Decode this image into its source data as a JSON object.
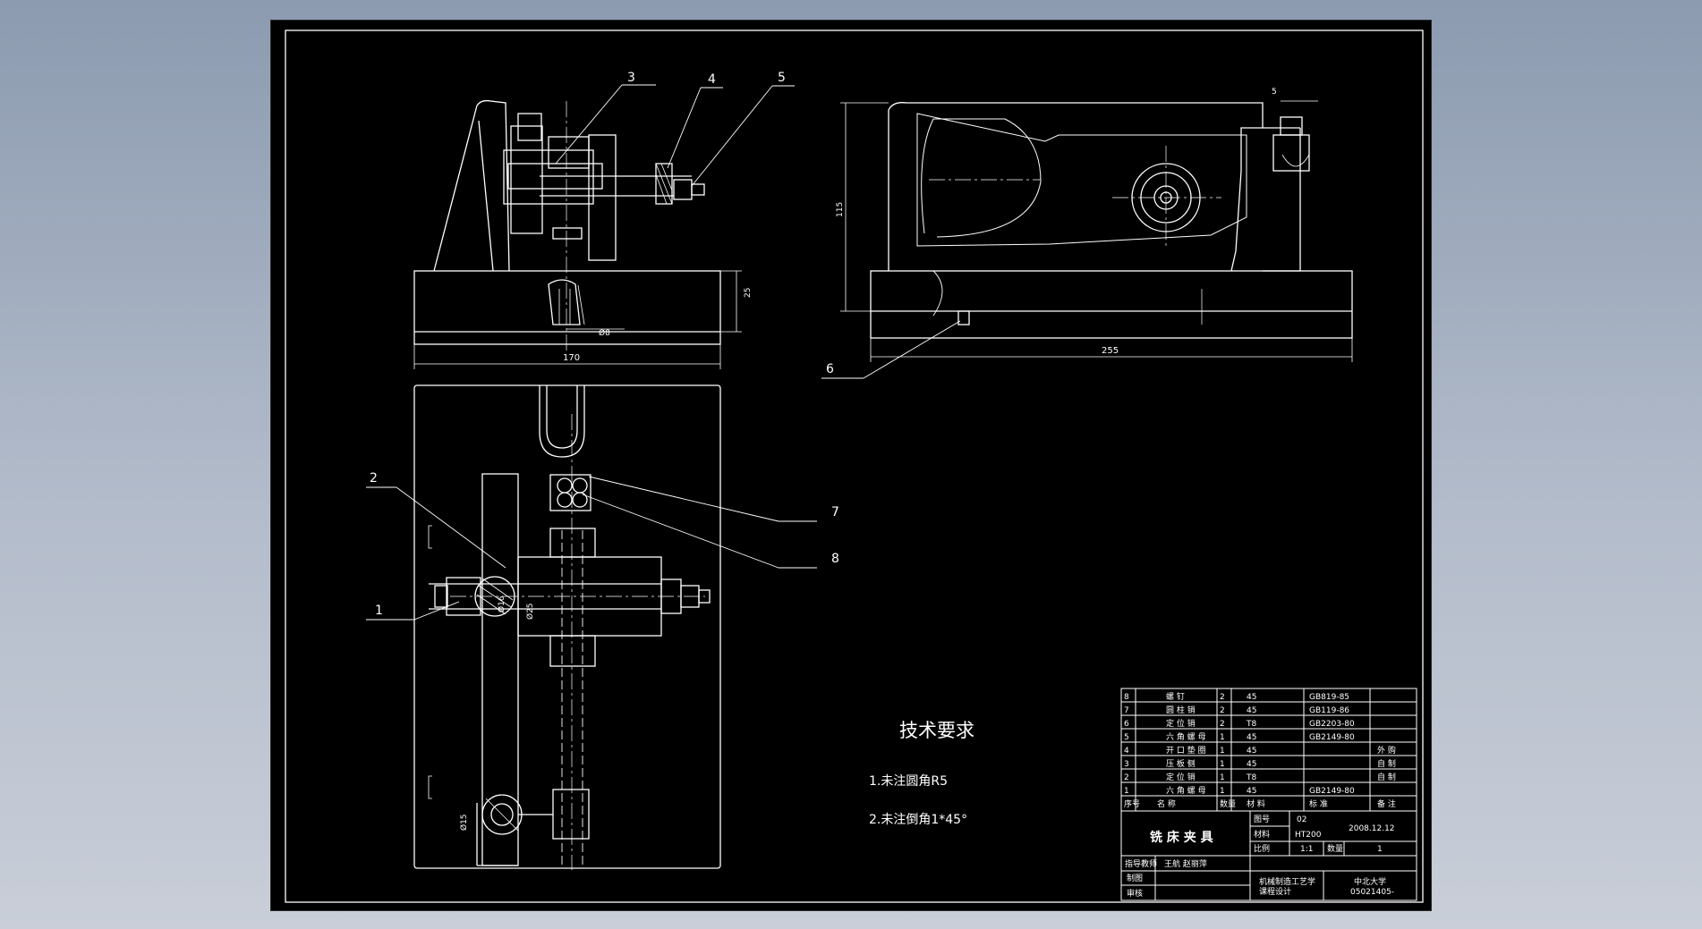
{
  "drawing": {
    "balloons": [
      "1",
      "2",
      "3",
      "4",
      "5",
      "6",
      "7",
      "8"
    ],
    "dims": {
      "d170": "170",
      "d255": "255",
      "d25": "25",
      "d115": "115",
      "d5": "5",
      "phi8": "Ø8",
      "phi16": "Ø16",
      "phi25": "Ø25",
      "phi15": "Ø15"
    }
  },
  "tech": {
    "title": "技术要求",
    "notes": [
      "1.未注圆角R5",
      "2.未注倒角1*45°"
    ]
  },
  "bom": {
    "rows": [
      {
        "no": "8",
        "name": "螺  钉",
        "qty": "2",
        "mat": "45",
        "std": "GB819-85",
        "note": ""
      },
      {
        "no": "7",
        "name": "圆 柱 销",
        "qty": "2",
        "mat": "45",
        "std": "GB119-86",
        "note": ""
      },
      {
        "no": "6",
        "name": "定 位 销",
        "qty": "2",
        "mat": "T8",
        "std": "GB2203-80",
        "note": ""
      },
      {
        "no": "5",
        "name": "六 角 螺 母",
        "qty": "1",
        "mat": "45",
        "std": "GB2149-80",
        "note": ""
      },
      {
        "no": "4",
        "name": "开 口 垫 圈",
        "qty": "1",
        "mat": "45",
        "std": "",
        "note": "外 购"
      },
      {
        "no": "3",
        "name": "压 板 侧",
        "qty": "1",
        "mat": "45",
        "std": "",
        "note": "自 制"
      },
      {
        "no": "2",
        "name": "定 位 销",
        "qty": "1",
        "mat": "T8",
        "std": "",
        "note": "自 制"
      },
      {
        "no": "1",
        "name": "六 角 螺 母",
        "qty": "1",
        "mat": "45",
        "std": "GB2149-80",
        "note": ""
      }
    ],
    "header": {
      "no": "序号",
      "name": "名    称",
      "qty": "数量",
      "mat": "材    料",
      "std": "标    准",
      "note": "备  注"
    }
  },
  "title_block": {
    "name": "铣 床 夹 具",
    "drawing_no_label": "图号",
    "drawing_no": "02",
    "date": "2008.12.12",
    "material_label": "材料",
    "material": "HT200",
    "scale_label": "比例",
    "scale": "1:1",
    "qty_label": "数量",
    "qty": "1",
    "teacher_label": "指导教师",
    "teacher": "王航  赵丽萍",
    "drawn_label": "制图",
    "checked_label": "审核",
    "course": "机械制造工艺学\n课程设计",
    "school": "中北大学",
    "student_no": "05021405-"
  },
  "colors": {
    "background": "#000000",
    "line": "#ffffff",
    "frame_outer": "#8c9bb0"
  }
}
